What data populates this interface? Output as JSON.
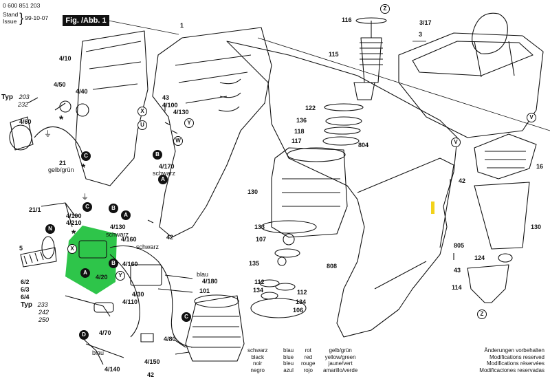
{
  "header": {
    "part_number": "0 600 851 203",
    "stand_label": "Stand",
    "issue_label": "Issue",
    "date": "99-10-07",
    "fig_label": "Fig. /Abb. 1"
  },
  "typ_top": {
    "label": "Typ",
    "codes": [
      "203",
      "232"
    ]
  },
  "typ_bottom": {
    "label": "Typ",
    "codes": [
      "233",
      "242",
      "250"
    ]
  },
  "part_labels": [
    "1",
    "116",
    "3/17",
    "3",
    "115",
    "4/10",
    "4/50",
    "4/40",
    "43",
    "4/100",
    "4/130",
    "4/60",
    "122",
    "136",
    "118",
    "117",
    "804",
    "21",
    "gelb/grün",
    "4/170",
    "schwarz",
    "16",
    "42",
    "130",
    "21/1",
    "4/190",
    "4/210",
    "4/130",
    "schwarz",
    "5",
    "4/160",
    "4/160",
    "4/20",
    "133",
    "107",
    "135",
    "808",
    "112",
    "134",
    "112",
    "134",
    "106",
    "6/2",
    "6/3",
    "6/4",
    "4/30",
    "4/110",
    "4/180",
    "blau",
    "101",
    "42",
    "805",
    "43",
    "124",
    "130",
    "114",
    "4/70",
    "4/80",
    "4/140",
    "4/150",
    "schwarz",
    "blau",
    "42"
  ],
  "marker_letters": [
    "Z",
    "X",
    "U",
    "V",
    "W",
    "Y",
    "B",
    "C",
    "A",
    "B",
    "A",
    "C",
    "N",
    "X",
    "B",
    "Y",
    "A",
    "D",
    "C",
    "Z",
    "V"
  ],
  "legend": [
    {
      "de": "schwarz",
      "en": "black",
      "fr": "noir",
      "es": "negro"
    },
    {
      "de": "blau",
      "en": "blue",
      "fr": "bleu",
      "es": "azul"
    },
    {
      "de": "rot",
      "en": "red",
      "fr": "rouge",
      "es": "rojo"
    },
    {
      "de": "gelb/grün",
      "en": "yellow/green",
      "fr": "jaune/vert",
      "es": "amarillo/verde"
    }
  ],
  "notice": [
    "Änderungen vorbehalten",
    "Modifications reserved",
    "Modifications réservées",
    "Modificaciones reservadas"
  ],
  "colors": {
    "highlight_green": "#2ec54a",
    "highlight_yellow": "#f2d21a"
  }
}
